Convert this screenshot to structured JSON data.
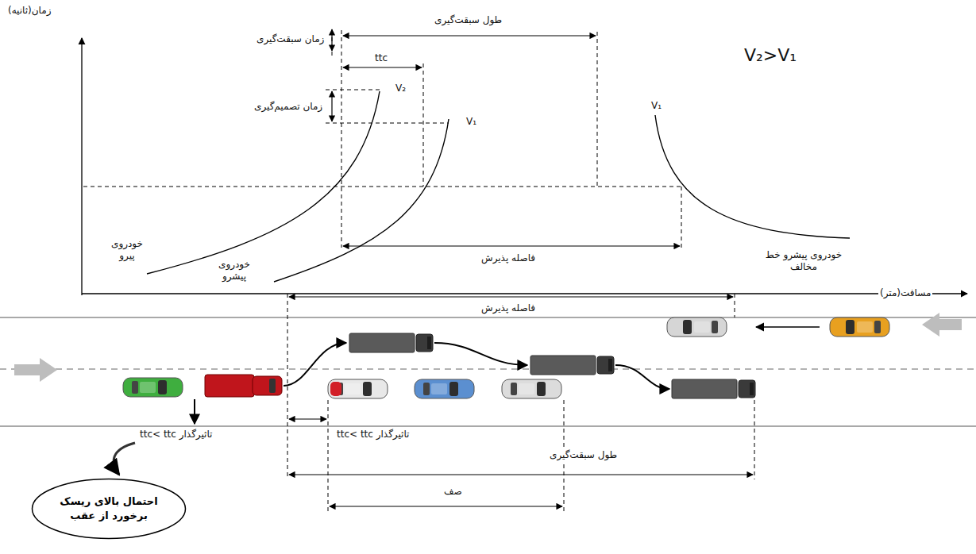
{
  "diagram": {
    "nodes": [
      {
        "text": [
          "احتمال بالای ریسک برخورد از عقب"
        ]
      }
    ],
    "labels": [
      "زمان(ثانیه)",
      "طول سبقت‌گیری",
      "زمان سبقت‌گیری",
      "ttc",
      "V₂",
      "زمان تصمیم‌گیری",
      "V₁",
      "V₂>V₁",
      "V₁",
      "خودروی پیرو",
      "خودروی پیشرو",
      "فاصله پذیرش",
      "خودروی پیشرو خط مخالف",
      "مسافت(متر)",
      "فاصله پذیرش",
      "ttc< ttc تاثیرگذار",
      "ttc< ttc تاثیرگذار",
      "طول سبقت‌گیری",
      "صف"
    ]
  }
}
